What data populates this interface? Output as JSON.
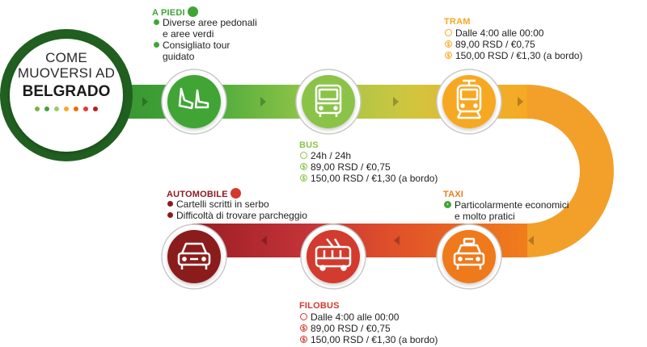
{
  "title": {
    "line1": "COME",
    "line2": "MUOVERSI AD",
    "line3": "BELGRADO",
    "dots": [
      "#7cb342",
      "#43a047",
      "#9ccc65",
      "#f9a825",
      "#ef6c00",
      "#e53935",
      "#b71c1c"
    ]
  },
  "colors": {
    "walk": "#3fa535",
    "bus": "#8bc34a",
    "tram": "#f7a823",
    "taxi": "#ee7a1f",
    "filobus": "#d23a2e",
    "auto": "#8b1a1f",
    "text": "#1f1f1f"
  },
  "stations": {
    "walk": {
      "heading": "A PIEDI",
      "icon": "walking-feet-icon",
      "items": [
        {
          "line1": "Diverse aree pedonali",
          "line2": "e aree verdi"
        },
        {
          "line1": "Consigliato tour",
          "line2": "guidato"
        }
      ]
    },
    "bus": {
      "heading": "BUS",
      "icon": "bus-icon",
      "items": [
        {
          "icon": "clock-icon",
          "text": "24h / 24h"
        },
        {
          "icon": "coin-icon",
          "text": "89,00 RSD / €0,75"
        },
        {
          "icon": "coin-icon",
          "text": "150,00 RSD / €1,30 (a bordo)"
        }
      ]
    },
    "tram": {
      "heading": "TRAM",
      "icon": "tram-icon",
      "items": [
        {
          "icon": "clock-icon",
          "text": "Dalle 4:00 alle 00:00"
        },
        {
          "icon": "coin-icon",
          "text": "89,00 RSD / €0,75"
        },
        {
          "icon": "coin-icon",
          "text": "150,00 RSD / €1,30 (a bordo)"
        }
      ]
    },
    "taxi": {
      "heading": "TAXI",
      "icon": "taxi-icon",
      "items": [
        {
          "line1": "Particolarmente economici",
          "line2": "e molto pratici"
        }
      ]
    },
    "filobus": {
      "heading": "FILOBUS",
      "icon": "trolleybus-icon",
      "items": [
        {
          "icon": "clock-icon",
          "text": "Dalle 4:00 alle 00:00"
        },
        {
          "icon": "coin-icon",
          "text": "89,00 RSD / €0,75"
        },
        {
          "icon": "coin-icon",
          "text": "150,00 RSD / €1,30 (a bordo)"
        }
      ]
    },
    "auto": {
      "heading": "AUTOMOBILE",
      "icon": "car-icon",
      "items": [
        {
          "text": "Cartelli scritti in serbo"
        },
        {
          "text": "Difficoltà di trovare parcheggio"
        }
      ]
    }
  }
}
